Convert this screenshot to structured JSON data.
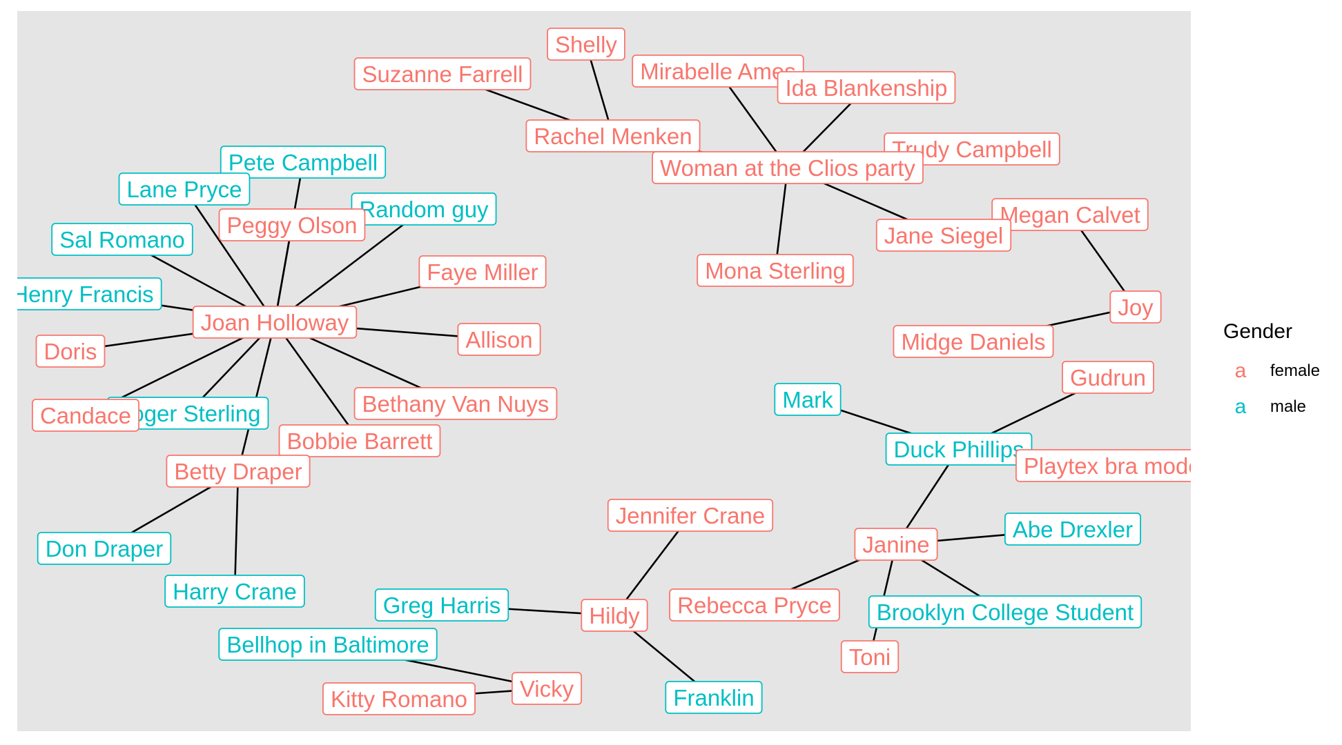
{
  "legend": {
    "title": "Gender",
    "key_glyph": "a",
    "items": [
      {
        "label": "female",
        "color": "#f8766d"
      },
      {
        "label": "male",
        "color": "#00bfc4"
      }
    ]
  },
  "colors": {
    "female": "#f8766d",
    "male": "#00bfc4",
    "panel_background": "#e5e5e5",
    "edge": "#000000"
  },
  "nodes": [
    {
      "id": "shelly",
      "label": "Shelly",
      "gender": "female"
    },
    {
      "id": "suzanne",
      "label": "Suzanne Farrell",
      "gender": "female"
    },
    {
      "id": "mirabelle",
      "label": "Mirabelle Ames",
      "gender": "female"
    },
    {
      "id": "ida",
      "label": "Ida Blankenship",
      "gender": "female"
    },
    {
      "id": "rachel",
      "label": "Rachel Menken",
      "gender": "female"
    },
    {
      "id": "trudy",
      "label": "Trudy Campbell",
      "gender": "female"
    },
    {
      "id": "woman",
      "label": "Woman at the Clios party",
      "gender": "female"
    },
    {
      "id": "pete",
      "label": "Pete Campbell",
      "gender": "male"
    },
    {
      "id": "lane",
      "label": "Lane Pryce",
      "gender": "male"
    },
    {
      "id": "random",
      "label": "Random guy",
      "gender": "male"
    },
    {
      "id": "peggy",
      "label": "Peggy Olson",
      "gender": "female"
    },
    {
      "id": "megan",
      "label": "Megan Calvet",
      "gender": "female"
    },
    {
      "id": "jane",
      "label": "Jane Siegel",
      "gender": "female"
    },
    {
      "id": "sal",
      "label": "Sal Romano",
      "gender": "male"
    },
    {
      "id": "mona",
      "label": "Mona Sterling",
      "gender": "female"
    },
    {
      "id": "faye",
      "label": "Faye Miller",
      "gender": "female"
    },
    {
      "id": "henry",
      "label": "Henry Francis",
      "gender": "male"
    },
    {
      "id": "joy",
      "label": "Joy",
      "gender": "female"
    },
    {
      "id": "joan",
      "label": "Joan Holloway",
      "gender": "female"
    },
    {
      "id": "midge",
      "label": "Midge Daniels",
      "gender": "female"
    },
    {
      "id": "allison",
      "label": "Allison",
      "gender": "female"
    },
    {
      "id": "doris",
      "label": "Doris",
      "gender": "female"
    },
    {
      "id": "gudrun",
      "label": "Gudrun",
      "gender": "female"
    },
    {
      "id": "mark",
      "label": "Mark",
      "gender": "male"
    },
    {
      "id": "bethany",
      "label": "Bethany Van Nuys",
      "gender": "female"
    },
    {
      "id": "roger",
      "label": "Roger Sterling",
      "gender": "male"
    },
    {
      "id": "candace",
      "label": "Candace",
      "gender": "female"
    },
    {
      "id": "bobbie",
      "label": "Bobbie Barrett",
      "gender": "female"
    },
    {
      "id": "duck",
      "label": "Duck Phillips",
      "gender": "male"
    },
    {
      "id": "playtex",
      "label": "Playtex bra model",
      "gender": "female"
    },
    {
      "id": "betty",
      "label": "Betty Draper",
      "gender": "female"
    },
    {
      "id": "jennifer",
      "label": "Jennifer Crane",
      "gender": "female"
    },
    {
      "id": "abe",
      "label": "Abe Drexler",
      "gender": "male"
    },
    {
      "id": "don",
      "label": "Don Draper",
      "gender": "male"
    },
    {
      "id": "janine",
      "label": "Janine",
      "gender": "female"
    },
    {
      "id": "harry",
      "label": "Harry Crane",
      "gender": "male"
    },
    {
      "id": "greg",
      "label": "Greg Harris",
      "gender": "male"
    },
    {
      "id": "rebecca",
      "label": "Rebecca Pryce",
      "gender": "female"
    },
    {
      "id": "hildy",
      "label": "Hildy",
      "gender": "female"
    },
    {
      "id": "brooklyn",
      "label": "Brooklyn College Student",
      "gender": "male"
    },
    {
      "id": "bellhop",
      "label": "Bellhop in Baltimore",
      "gender": "male"
    },
    {
      "id": "toni",
      "label": "Toni",
      "gender": "female"
    },
    {
      "id": "vicky",
      "label": "Vicky",
      "gender": "female"
    },
    {
      "id": "kitty",
      "label": "Kitty Romano",
      "gender": "female"
    },
    {
      "id": "franklin",
      "label": "Franklin",
      "gender": "male"
    }
  ],
  "edges": [
    [
      "shelly",
      "rachel"
    ],
    [
      "suzanne",
      "rachel"
    ],
    [
      "rachel",
      "woman"
    ],
    [
      "mirabelle",
      "woman"
    ],
    [
      "ida",
      "woman"
    ],
    [
      "trudy",
      "woman"
    ],
    [
      "jane",
      "woman"
    ],
    [
      "mona",
      "woman"
    ],
    [
      "megan",
      "joy"
    ],
    [
      "midge",
      "joy"
    ],
    [
      "pete",
      "joan"
    ],
    [
      "lane",
      "joan"
    ],
    [
      "random",
      "joan"
    ],
    [
      "peggy",
      "joan"
    ],
    [
      "sal",
      "joan"
    ],
    [
      "henry",
      "joan"
    ],
    [
      "faye",
      "joan"
    ],
    [
      "allison",
      "joan"
    ],
    [
      "doris",
      "joan"
    ],
    [
      "bethany",
      "joan"
    ],
    [
      "bobbie",
      "joan"
    ],
    [
      "roger",
      "joan"
    ],
    [
      "candace",
      "joan"
    ],
    [
      "betty",
      "joan"
    ],
    [
      "betty",
      "don"
    ],
    [
      "betty",
      "harry"
    ],
    [
      "mark",
      "duck"
    ],
    [
      "gudrun",
      "duck"
    ],
    [
      "playtex",
      "duck"
    ],
    [
      "duck",
      "janine"
    ],
    [
      "janine",
      "abe"
    ],
    [
      "janine",
      "rebecca"
    ],
    [
      "janine",
      "brooklyn"
    ],
    [
      "janine",
      "toni"
    ],
    [
      "jennifer",
      "hildy"
    ],
    [
      "greg",
      "hildy"
    ],
    [
      "hildy",
      "franklin"
    ],
    [
      "bellhop",
      "vicky"
    ],
    [
      "kitty",
      "vicky"
    ]
  ]
}
